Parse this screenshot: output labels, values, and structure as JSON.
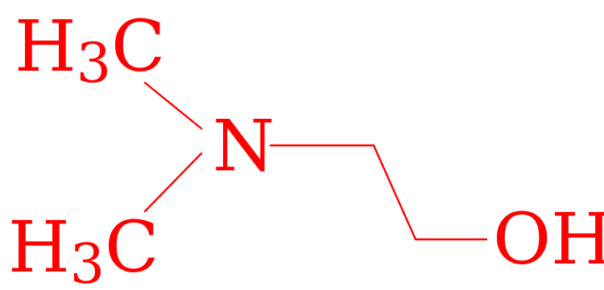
{
  "molecule": {
    "color": "#ff0000",
    "atoms": {
      "methyl_top": {
        "element": "H",
        "subscript": "3",
        "suffix": "C"
      },
      "methyl_bottom": {
        "element": "H",
        "subscript": "3",
        "suffix": "C"
      },
      "nitrogen": {
        "element": "N"
      },
      "hydroxyl": {
        "element": "OH"
      }
    }
  }
}
